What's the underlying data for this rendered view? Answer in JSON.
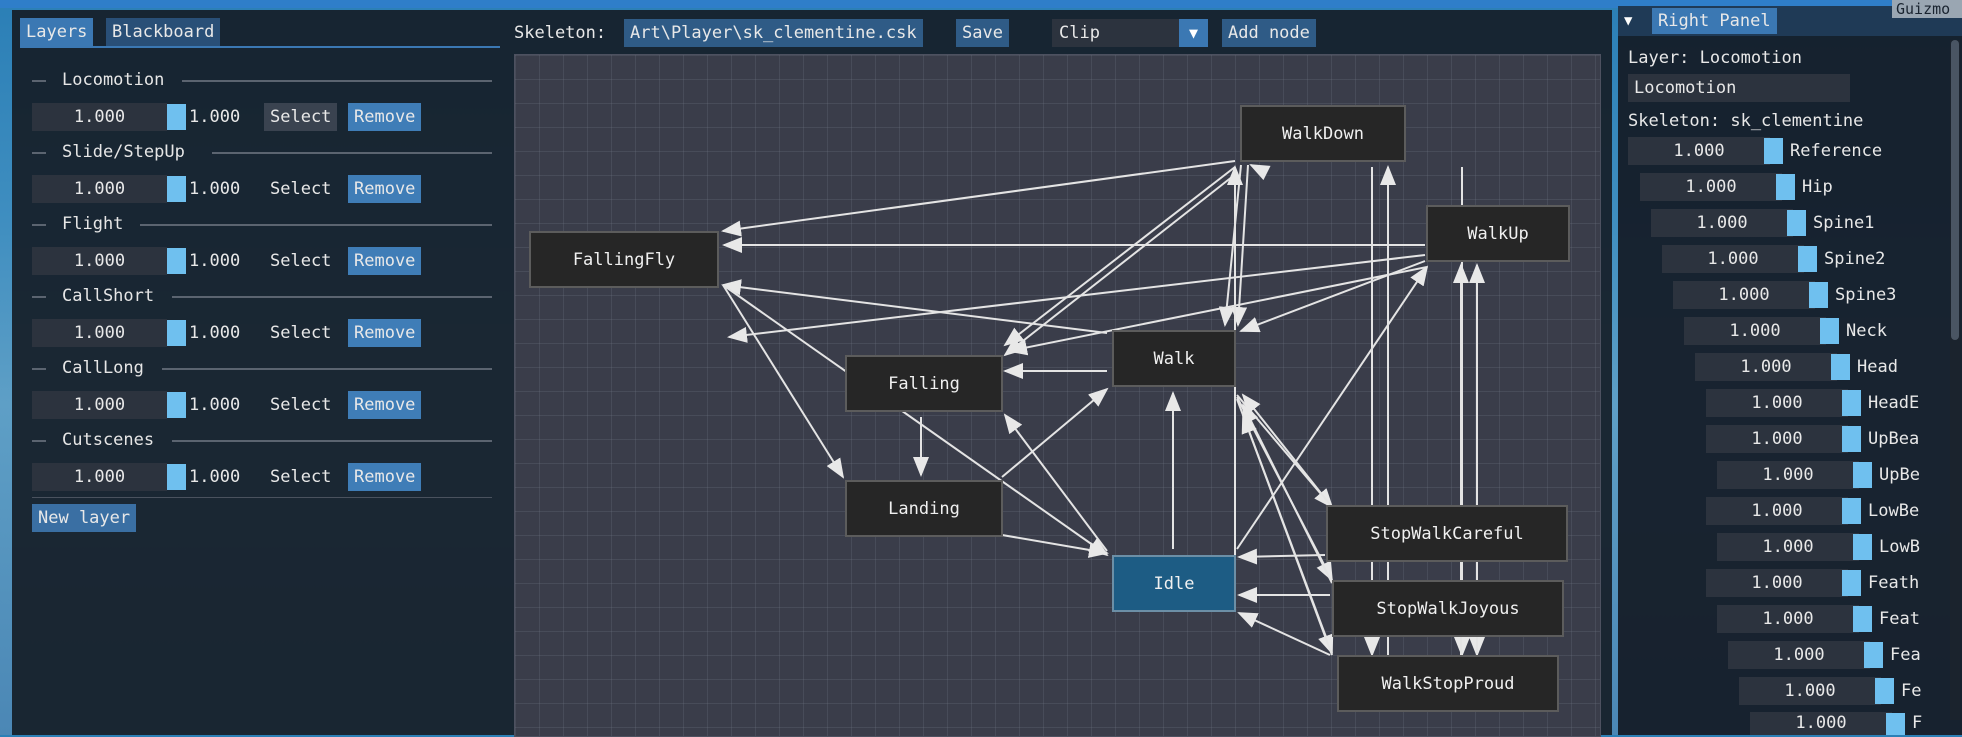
{
  "left_panel": {
    "tabs": [
      "Layers",
      "Blackboard"
    ],
    "layers": [
      {
        "name": "Locomotion",
        "weight": "1.000",
        "value": "1.000",
        "select": "Select",
        "remove": "Remove",
        "selected": true
      },
      {
        "name": "Slide/StepUp",
        "weight": "1.000",
        "value": "1.000",
        "select": "Select",
        "remove": "Remove",
        "selected": false
      },
      {
        "name": "Flight",
        "weight": "1.000",
        "value": "1.000",
        "select": "Select",
        "remove": "Remove",
        "selected": false
      },
      {
        "name": "CallShort",
        "weight": "1.000",
        "value": "1.000",
        "select": "Select",
        "remove": "Remove",
        "selected": false
      },
      {
        "name": "CallLong",
        "weight": "1.000",
        "value": "1.000",
        "select": "Select",
        "remove": "Remove",
        "selected": false
      },
      {
        "name": "Cutscenes",
        "weight": "1.000",
        "value": "1.000",
        "select": "Select",
        "remove": "Remove",
        "selected": false
      }
    ],
    "new_layer": "New layer"
  },
  "toolbar": {
    "skeleton_label": "Skeleton:",
    "skeleton_path": "Art\\Player\\sk_clementine.csk",
    "save": "Save",
    "node_type": "Clip",
    "add_node": "Add node"
  },
  "graph": {
    "nodes": [
      {
        "id": "WalkDown",
        "label": "WalkDown"
      },
      {
        "id": "WalkUp",
        "label": "WalkUp"
      },
      {
        "id": "FallingFly",
        "label": "FallingFly"
      },
      {
        "id": "Walk",
        "label": "Walk"
      },
      {
        "id": "Falling",
        "label": "Falling"
      },
      {
        "id": "Landing",
        "label": "Landing"
      },
      {
        "id": "Idle",
        "label": "Idle",
        "active": true
      },
      {
        "id": "StopWalkCareful",
        "label": "StopWalkCareful"
      },
      {
        "id": "StopWalkJoyous",
        "label": "StopWalkJoyous"
      },
      {
        "id": "WalkStopProud",
        "label": "WalkStopProud"
      }
    ]
  },
  "right_panel": {
    "title": "Right Panel",
    "layer_label": "Layer: Locomotion",
    "layer_name": "Locomotion",
    "skeleton_label": "Skeleton: sk_clementine",
    "bones": [
      {
        "value": "1.000",
        "name": "Reference"
      },
      {
        "value": "1.000",
        "name": "Hip"
      },
      {
        "value": "1.000",
        "name": "Spine1"
      },
      {
        "value": "1.000",
        "name": "Spine2"
      },
      {
        "value": "1.000",
        "name": "Spine3"
      },
      {
        "value": "1.000",
        "name": "Neck"
      },
      {
        "value": "1.000",
        "name": "Head"
      },
      {
        "value": "1.000",
        "name": "HeadE"
      },
      {
        "value": "1.000",
        "name": "UpBea"
      },
      {
        "value": "1.000",
        "name": "UpBe"
      },
      {
        "value": "1.000",
        "name": "LowBe"
      },
      {
        "value": "1.000",
        "name": "LowB"
      },
      {
        "value": "1.000",
        "name": "Feath"
      },
      {
        "value": "1.000",
        "name": "Feat"
      },
      {
        "value": "1.000",
        "name": "Fea"
      },
      {
        "value": "1.000",
        "name": "Fe"
      },
      {
        "value": "1.000",
        "name": "F"
      }
    ]
  },
  "guizmo_tab": "Guizmo",
  "colors": {
    "accent": "#3b78b3",
    "active_node": "#1d5c84",
    "slider": "#6fc0ef"
  }
}
